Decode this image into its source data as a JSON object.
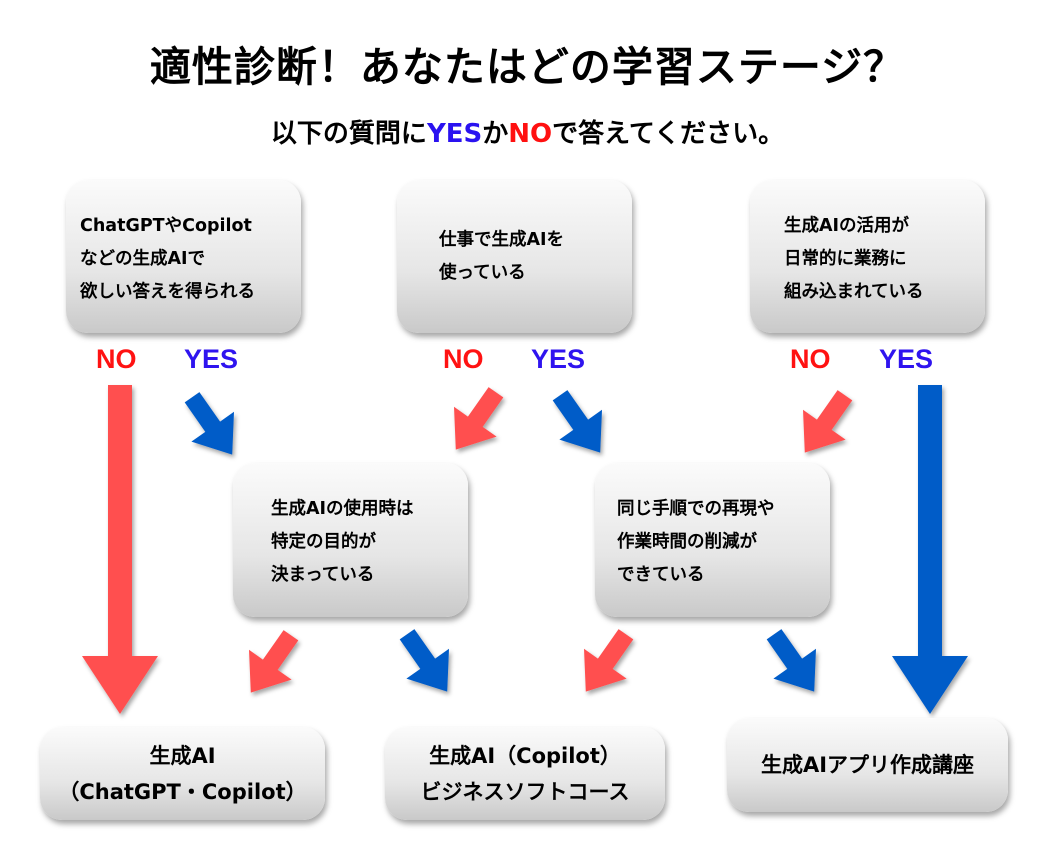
{
  "title": "適性診断！あなたはどの学習ステージ？",
  "subtitle": {
    "before": "以下の質問に",
    "yes": "YES",
    "middle": "か",
    "no": "NO",
    "after": "で答えてください。"
  },
  "colors": {
    "yes_text": "#2f14ef",
    "no_text": "#ff1212",
    "yes_arrow": "#005bc8",
    "no_arrow": "#ff5050"
  },
  "questions": [
    {
      "id": "q1",
      "text": "ChatGPTやCopilot\nなどの生成AIで\n欲しい答えを得られる",
      "no_label": "NO",
      "yes_label": "YES"
    },
    {
      "id": "q2",
      "text": "仕事で生成AIを\n使っている",
      "no_label": "NO",
      "yes_label": "YES"
    },
    {
      "id": "q3",
      "text": "生成AIの活用が\n日常的に業務に\n組み込まれている",
      "no_label": "NO",
      "yes_label": "YES"
    },
    {
      "id": "q4",
      "text": "生成AIの使用時は\n特定の目的が\n決まっている"
    },
    {
      "id": "q5",
      "text": "同じ手順での再現や\n作業時間の削減が\nできている"
    }
  ],
  "results": [
    {
      "id": "r1",
      "line1": "生成AI",
      "line2": "（ChatGPT・Copilot）"
    },
    {
      "id": "r2",
      "line1": "生成AI（Copilot）",
      "line2": "ビジネスソフトコース"
    },
    {
      "id": "r3",
      "line1": "生成AIアプリ作成講座",
      "line2": ""
    }
  ],
  "arrows": [
    {
      "from": "q1",
      "answer": "NO",
      "to": "r1",
      "kind": "long"
    },
    {
      "from": "q1",
      "answer": "YES",
      "to": "q4",
      "kind": "diag-right"
    },
    {
      "from": "q2",
      "answer": "NO",
      "to": "q4",
      "kind": "diag-left"
    },
    {
      "from": "q2",
      "answer": "YES",
      "to": "q5",
      "kind": "diag-right"
    },
    {
      "from": "q3",
      "answer": "NO",
      "to": "q5",
      "kind": "diag-left"
    },
    {
      "from": "q3",
      "answer": "YES",
      "to": "r3",
      "kind": "long"
    },
    {
      "from": "q4",
      "answer": "NO",
      "to": "r1",
      "kind": "diag-left"
    },
    {
      "from": "q4",
      "answer": "YES",
      "to": "r2",
      "kind": "diag-right"
    },
    {
      "from": "q5",
      "answer": "NO",
      "to": "r2",
      "kind": "diag-left"
    },
    {
      "from": "q5",
      "answer": "YES",
      "to": "r3",
      "kind": "diag-right"
    }
  ]
}
